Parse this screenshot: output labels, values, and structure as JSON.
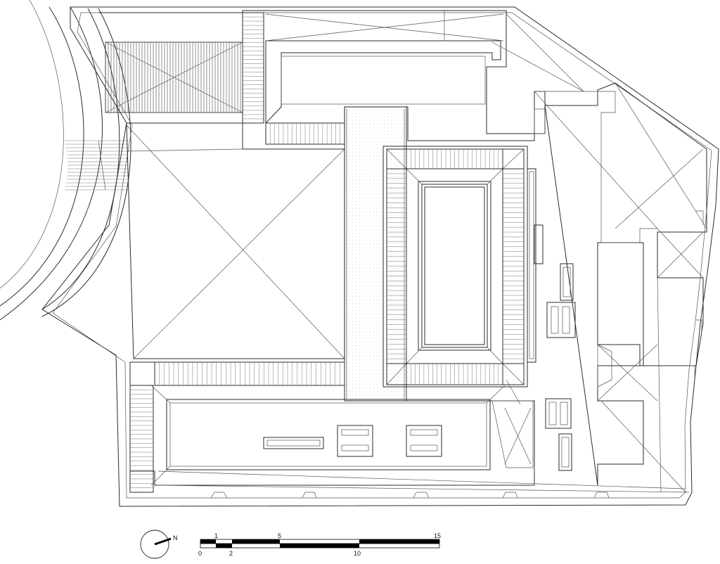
{
  "north_arrow": {
    "label": "N"
  },
  "scale_bar": {
    "top_labels": [
      "1",
      "5",
      "15"
    ],
    "bottom_labels": [
      "0",
      "2",
      "10"
    ]
  }
}
